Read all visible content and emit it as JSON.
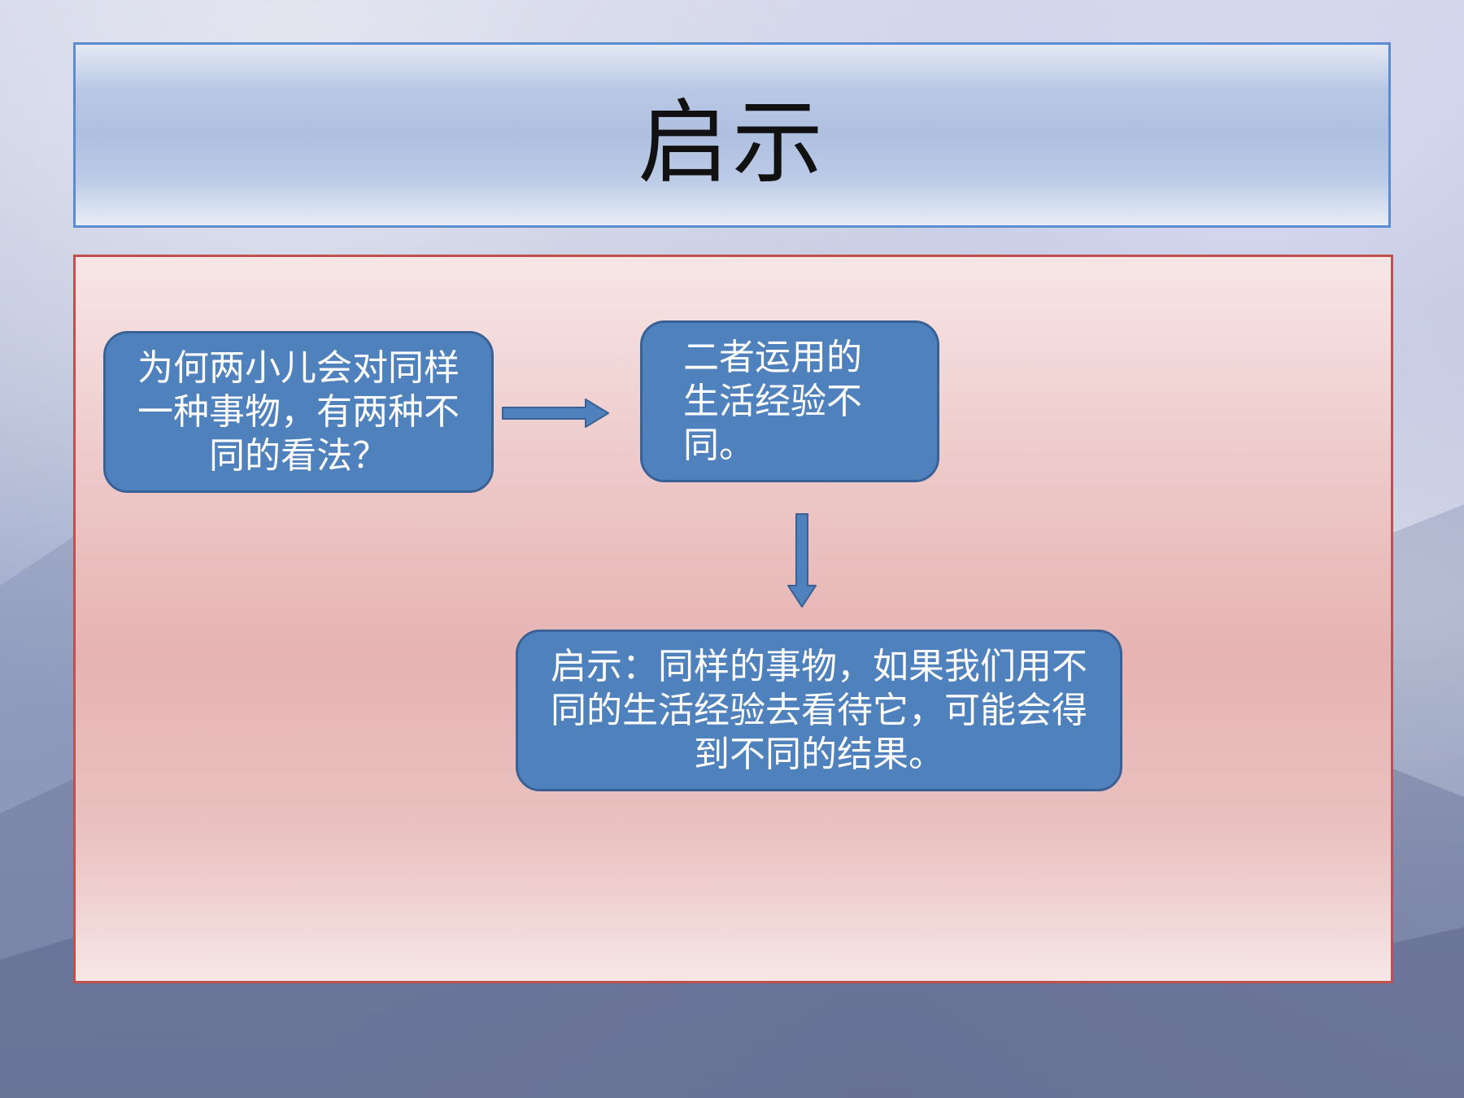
{
  "slide": {
    "title": "启示"
  },
  "diagram": {
    "nodes": {
      "question": "为何两小儿会对同样一种事物，有两种不同的看法？",
      "reason": "二者运用的生活经验不同。",
      "conclusion": "启示：同样的事物，如果我们用不同的生活经验去看待它，可能会得到不同的结果。"
    },
    "edges": [
      {
        "from": "question",
        "to": "reason"
      },
      {
        "from": "reason",
        "to": "conclusion"
      }
    ]
  },
  "colors": {
    "node_fill": "#4f81bd",
    "node_border": "#3a6195",
    "title_border": "#5b8bd0",
    "content_border": "#c0504d",
    "node_text": "#ffffff"
  }
}
